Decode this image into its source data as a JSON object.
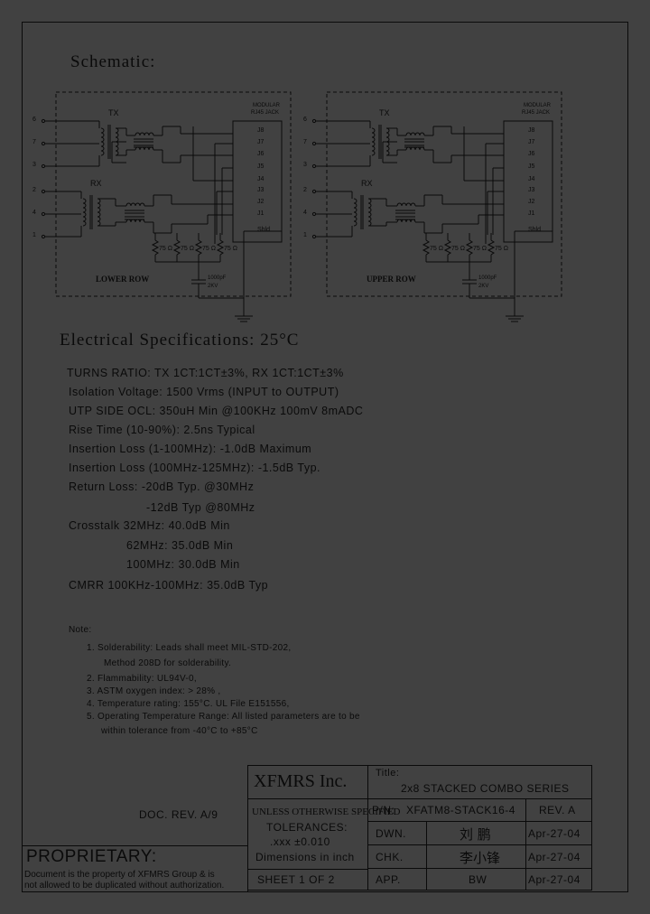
{
  "schematic_title": "Schematic:",
  "lower": {
    "pins": [
      "6",
      "7",
      "3",
      "2",
      "4",
      "1"
    ],
    "tx": "TX",
    "rx": "RX",
    "jack_header_1": "MODULAR",
    "jack_header_2": "RJ45 JACK",
    "jack_pins": [
      "J8",
      "J7",
      "J6",
      "J5",
      "J4",
      "J3",
      "J2",
      "J1",
      "Shld"
    ],
    "resistors": [
      "75 Ω",
      "75 Ω",
      "75 Ω",
      "75 Ω"
    ],
    "cap_1": "1000pF",
    "cap_2": "2KV",
    "row_label": "LOWER ROW"
  },
  "upper": {
    "pins": [
      "6",
      "7",
      "3",
      "2",
      "4",
      "1"
    ],
    "tx": "TX",
    "rx": "RX",
    "jack_header_1": "MODULAR",
    "jack_header_2": "RJ45 JACK",
    "jack_pins": [
      "J8",
      "J7",
      "J6",
      "J5",
      "J4",
      "J3",
      "J2",
      "J1",
      "Shld"
    ],
    "resistors": [
      "75 Ω",
      "75 Ω",
      "75 Ω",
      "75 Ω"
    ],
    "cap_1": "1000pF",
    "cap_2": "2KV",
    "row_label": "UPPER ROW"
  },
  "elec_title": "Electrical Specifications: 25°C",
  "specs": [
    "TURNS RATIO: TX 1CT:1CT±3%, RX 1CT:1CT±3%",
    "Isolation Voltage:  1500 Vrms (INPUT to OUTPUT)",
    "UTP SIDE OCL: 350uH Min @100KHz 100mV 8mADC",
    "Rise Time (10-90%): 2.5ns Typical",
    "Insertion Loss (1-100MHz): -1.0dB Maximum",
    "Insertion Loss (100MHz-125MHz): -1.5dB Typ.",
    "Return Loss: -20dB Typ. @30MHz",
    "-12dB Typ @80MHz",
    "Crosstalk 32MHz: 40.0dB Min",
    "62MHz: 35.0dB Min",
    "100MHz: 30.0dB Min",
    "CMRR 100KHz-100MHz: 35.0dB Typ"
  ],
  "notes_title": "Note:",
  "notes": [
    "1.  Solderability: Leads shall meet MIL-STD-202,",
    "Method 208D for solderability.",
    "2.  Flammability: UL94V-0,",
    "3.  ASTM oxygen index: > 28% ,",
    "4.  Temperature rating: 155°C. UL File E151556,",
    "5.  Operating Temperature Range: All listed parameters are to be",
    "within tolerance from -40°C to +85°C"
  ],
  "title_block": {
    "company": "XFMRS Inc.",
    "title_label": "Title:",
    "title": "2x8 STACKED COMBO SERIES",
    "doc_rev": "DOC. REV. A/9",
    "unless": "UNLESS OTHERWISE SPECIFIED",
    "tolerances": "TOLERANCES:",
    "tol_value": ".xxx ±0.010",
    "dims": "Dimensions in inch",
    "sheet": "SHEET  1  OF  2",
    "pn_label": "P/N:",
    "pn": "XFATM8-STACK16-4",
    "rev": "REV. A",
    "dwn_label": "DWN.",
    "dwn_name": "刘  鹏",
    "dwn_date": "Apr-27-04",
    "chk_label": "CHK.",
    "chk_name": "李小锋",
    "chk_date": "Apr-27-04",
    "app_label": "APP.",
    "app_name": "BW",
    "app_date": "Apr-27-04",
    "proprietary": "PROPRIETARY:",
    "prop_text_1": "Document is the property of XFMRS Group & is",
    "prop_text_2": "not allowed to be duplicated without authorization."
  }
}
